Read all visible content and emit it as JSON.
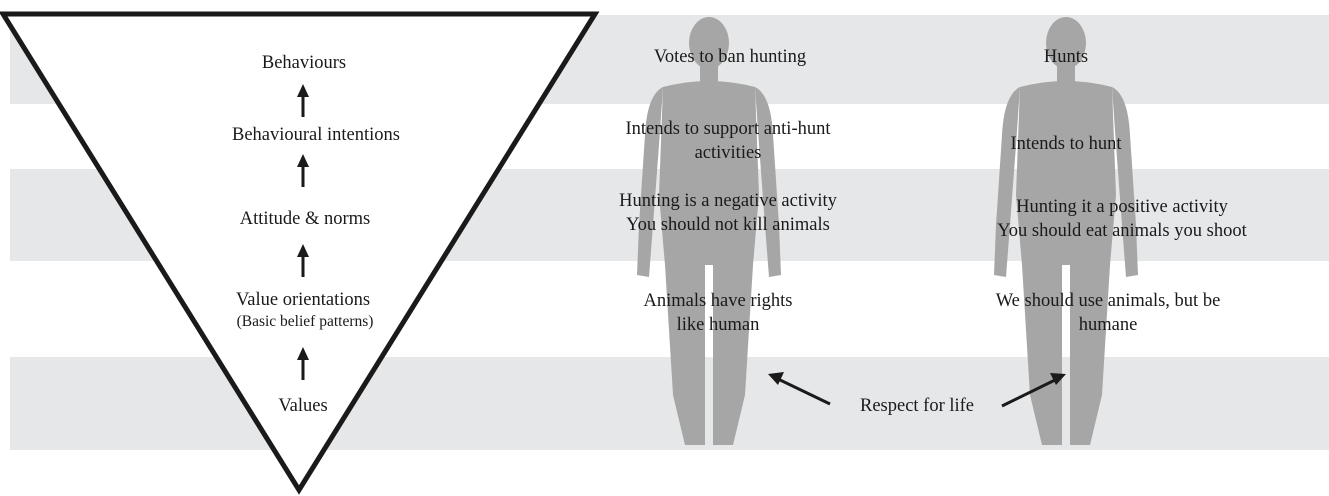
{
  "model": {
    "levels": [
      "Behaviours",
      "Behavioural intentions",
      "Attitude & norms",
      "Value orientations",
      "Values"
    ],
    "value_orientations_note": "(Basic belief patterns)"
  },
  "person_left": {
    "behaviour": "Votes to ban hunting",
    "intention": [
      "Intends to support anti-hunt",
      "activities"
    ],
    "attitude": [
      "Hunting is a negative activity",
      "You should not kill animals"
    ],
    "value_orientation": [
      "Animals have rights",
      "like human"
    ]
  },
  "person_right": {
    "behaviour": "Hunts",
    "intention": "Intends to hunt",
    "attitude": [
      "Hunting it a positive activity",
      "You should eat animals you shoot"
    ],
    "value_orientation": [
      "We should use animals, but be",
      "humane"
    ]
  },
  "shared_value": "Respect for life",
  "colors": {
    "band": "#e6e7e9",
    "silhouette": "#a6a6a6",
    "line": "#1a1a1a"
  }
}
